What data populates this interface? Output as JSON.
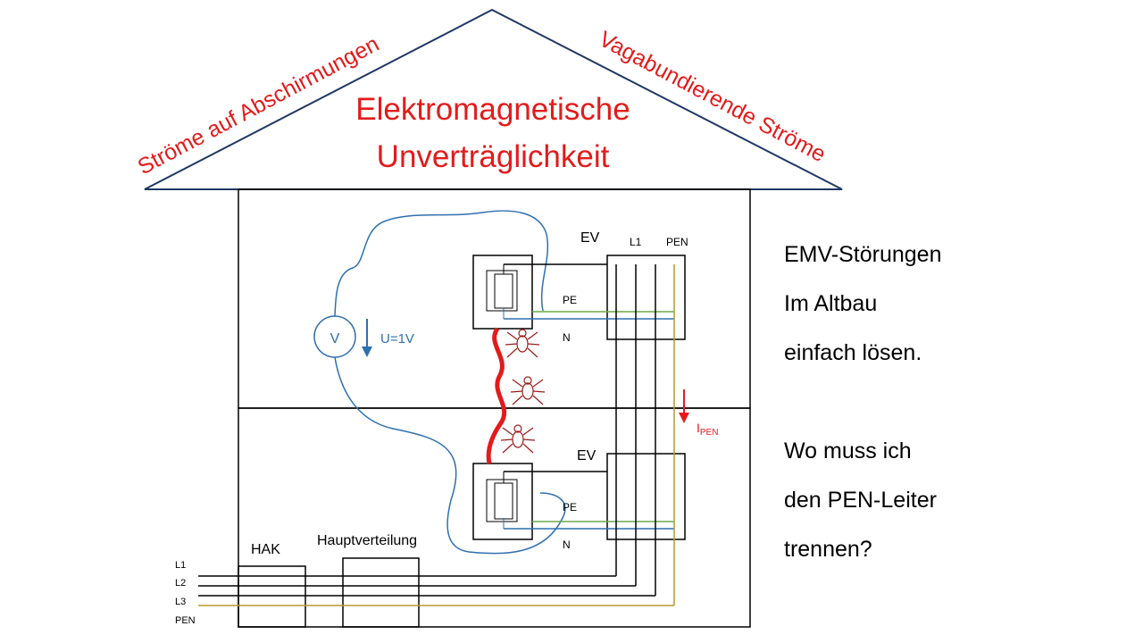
{
  "roof": {
    "title_line1": "Elektromagnetische",
    "title_line2": "Unverträglichkeit",
    "left_label": "Ströme auf  Abschirmungen",
    "right_label": "Vagabundierende Ströme"
  },
  "upper_floor": {
    "ev_label": "EV",
    "pe_label": "PE",
    "n_label": "N",
    "column_l1": "L1",
    "column_pen": "PEN"
  },
  "lower_floor": {
    "ev_label": "EV",
    "pe_label": "PE",
    "n_label": "N"
  },
  "voltmeter": {
    "symbol": "V",
    "voltage_label": "U=1V"
  },
  "current": {
    "label_main": "I",
    "label_sub": "PEN"
  },
  "entry": {
    "hak_label": "HAK",
    "hv_label": "Hauptverteilung",
    "lines": [
      "L1",
      "L2",
      "L3",
      "PEN"
    ]
  },
  "side_text": {
    "line1": "EMV-Störungen",
    "line2": "Im Altbau",
    "line3": "einfach lösen.",
    "line4": "",
    "line5": "Wo muss ich",
    "line6": "den PEN-Leiter",
    "line7": "trennen?"
  },
  "colors": {
    "roof_text": "#e31b1b",
    "blue_line": "#2f6fb0",
    "green_line": "#6aa84f",
    "pen_line": "#b89a2e",
    "current_red": "#e31b1b",
    "spider": "#9b1c1c",
    "house_stroke": "#1f3864"
  }
}
